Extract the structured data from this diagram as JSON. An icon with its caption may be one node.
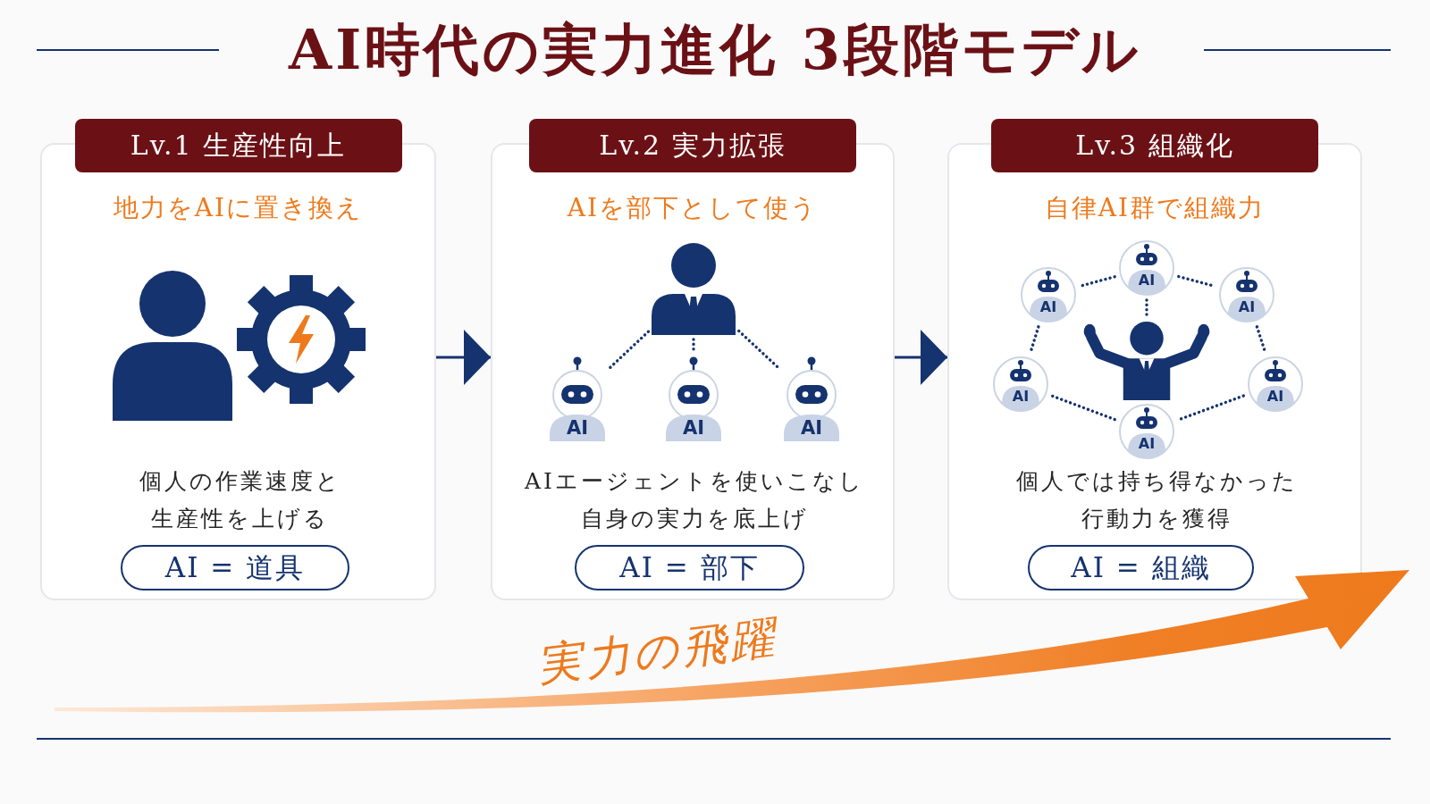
{
  "diagram": {
    "title": "AI時代の実力進化 3段階モデル",
    "nodes": [
      {
        "text": [
          "Lv.1 生産性向上",
          "地力をAIに置き換え",
          "個人の作業速度と生産性を上げる"
        ]
      },
      {
        "text": [
          "AI = 道具"
        ],
        "in": 0
      },
      {
        "text": [
          "Lv.2 実力拡張",
          "AIを部下として使う",
          "AIエージェントを使いこなし自身の実力を底上げ"
        ]
      },
      {
        "text": [],
        "shape": "person",
        "in": 2
      },
      {
        "text": [
          "AI"
        ],
        "in": 2
      },
      {
        "text": [
          "AI"
        ],
        "in": 2
      },
      {
        "text": [
          "AI"
        ],
        "in": 2
      },
      {
        "text": [
          "AI = 部下"
        ],
        "in": 2
      },
      {
        "text": [
          "Lv.3 組織化",
          "自律AI群で組織力",
          "個人では持ち得なかった行動力を獲得"
        ]
      },
      {
        "text": [
          "AI"
        ],
        "in": 8
      },
      {
        "text": [
          "AI"
        ],
        "in": 8
      },
      {
        "text": [
          "AI"
        ],
        "in": 8
      },
      {
        "text": [],
        "shape": "person",
        "in": 8
      },
      {
        "text": [
          "AI"
        ],
        "in": 8
      },
      {
        "text": [
          "AI"
        ],
        "in": 8
      },
      {
        "text": [
          "AI"
        ],
        "in": 8
      },
      {
        "text": [
          "AI = 組織"
        ],
        "in": 8
      }
    ],
    "edges": [
      {
        "from": 0,
        "to": 2,
        "arrow": "to"
      },
      {
        "from": 2,
        "to": 8,
        "arrow": "to"
      },
      {
        "from": 3,
        "to": 4,
        "arrow": "none",
        "style": "dashed"
      },
      {
        "from": 3,
        "to": 5,
        "arrow": "none",
        "style": "dashed"
      },
      {
        "from": 3,
        "to": 6,
        "arrow": "none",
        "style": "dashed"
      },
      {
        "from": 9,
        "to": 10,
        "arrow": "none",
        "style": "dashed"
      },
      {
        "from": 9,
        "to": 11,
        "arrow": "none",
        "style": "dashed"
      },
      {
        "from": 9,
        "to": 12,
        "arrow": "none",
        "style": "dashed"
      },
      {
        "from": 10,
        "to": 13,
        "arrow": "none",
        "style": "dashed"
      },
      {
        "from": 11,
        "to": 14,
        "arrow": "none",
        "style": "dashed"
      },
      {
        "from": 13,
        "to": 15,
        "arrow": "none",
        "style": "dashed"
      },
      {
        "from": 14,
        "to": 15,
        "arrow": "none",
        "style": "dashed"
      }
    ],
    "labels": [
      "実力の飛躍"
    ]
  }
}
